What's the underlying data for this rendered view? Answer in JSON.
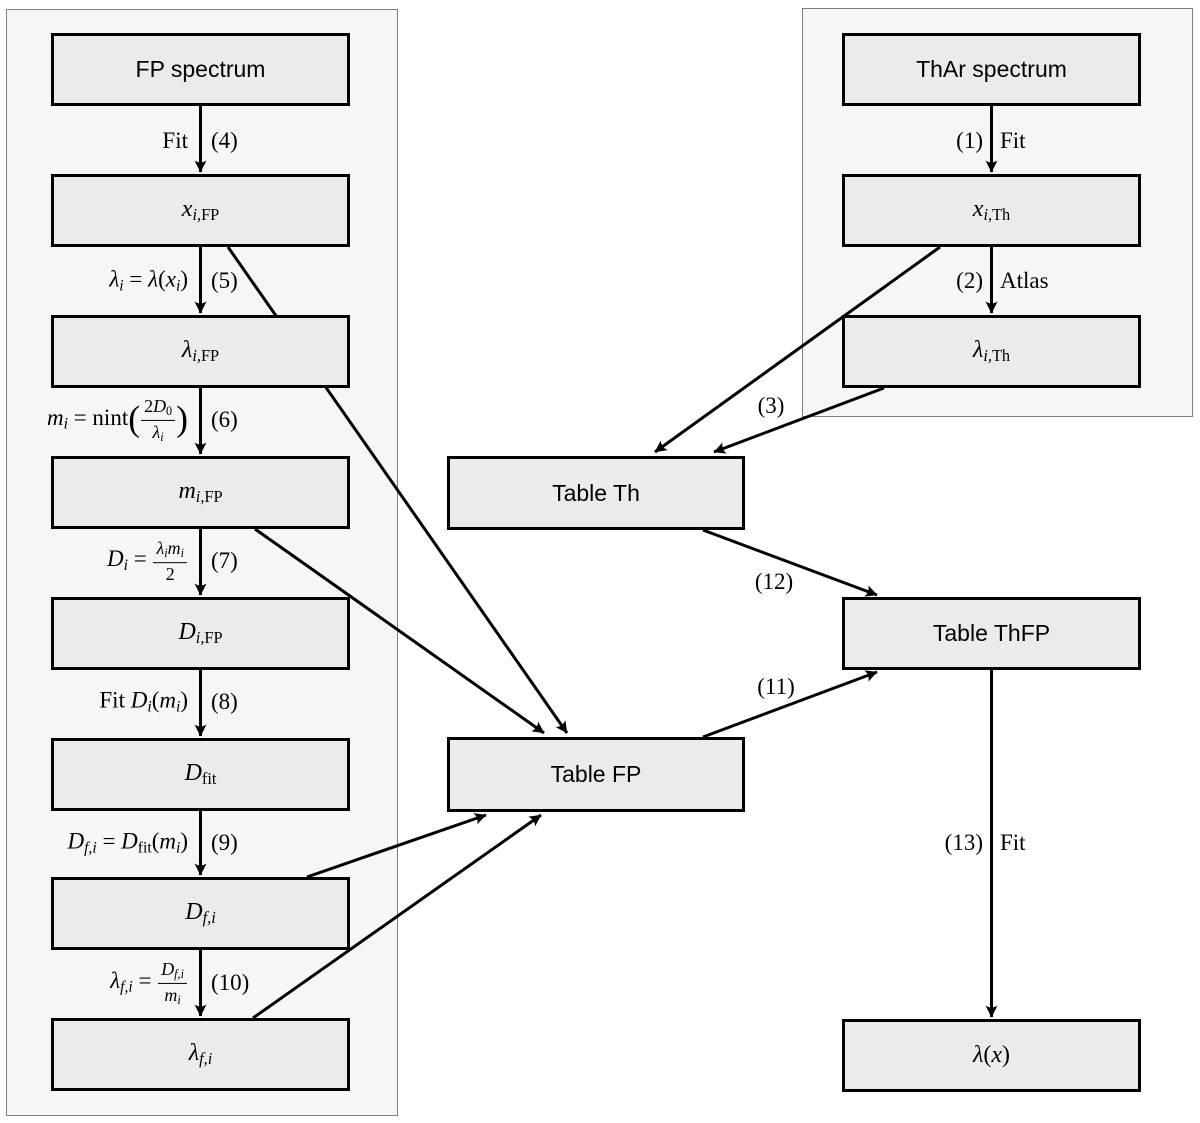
{
  "colors": {
    "background": "#ffffff",
    "panel_fill": "#f6f6f6",
    "panel_border": "#7e7e7e",
    "box_fill": "#ebebeb",
    "box_border": "#000000",
    "arrow": "#000000"
  },
  "boxes": {
    "fp_spectrum": {
      "text": "FP spectrum"
    },
    "x_i_fp": {
      "math": [
        {
          "t": "x",
          "i": true
        },
        {
          "t": "i,",
          "i": true,
          "sub": true
        },
        {
          "t": "FP",
          "sub": true
        }
      ]
    },
    "lambda_i_fp": {
      "math": [
        {
          "t": "λ",
          "i": true
        },
        {
          "t": "i,",
          "i": true,
          "sub": true
        },
        {
          "t": "FP",
          "sub": true
        }
      ]
    },
    "m_i_fp": {
      "math": [
        {
          "t": "m",
          "i": true
        },
        {
          "t": "i,",
          "i": true,
          "sub": true
        },
        {
          "t": "FP",
          "sub": true
        }
      ]
    },
    "d_i_fp": {
      "math": [
        {
          "t": "D",
          "i": true
        },
        {
          "t": "i,",
          "i": true,
          "sub": true
        },
        {
          "t": "FP",
          "sub": true
        }
      ]
    },
    "d_fit": {
      "math": [
        {
          "t": "D",
          "i": true
        },
        {
          "t": "fit",
          "sub": true
        }
      ]
    },
    "d_f_i": {
      "math": [
        {
          "t": "D",
          "i": true
        },
        {
          "t": "f,i",
          "i": true,
          "sub": true
        }
      ]
    },
    "lambda_f_i": {
      "math": [
        {
          "t": "λ",
          "i": true
        },
        {
          "t": "f,i",
          "i": true,
          "sub": true
        }
      ]
    },
    "thar_spectrum": {
      "text": "ThAr spectrum"
    },
    "x_i_th": {
      "math": [
        {
          "t": "x",
          "i": true
        },
        {
          "t": "i,",
          "i": true,
          "sub": true
        },
        {
          "t": "Th",
          "sub": true
        }
      ]
    },
    "lambda_i_th": {
      "math": [
        {
          "t": "λ",
          "i": true
        },
        {
          "t": "i,",
          "i": true,
          "sub": true
        },
        {
          "t": "Th",
          "sub": true
        }
      ]
    },
    "table_th": {
      "text": "Table Th"
    },
    "table_fp": {
      "text": "Table FP"
    },
    "table_thfp": {
      "text": "Table ThFP"
    },
    "lambda_x": {
      "math": [
        {
          "t": "λ",
          "i": true
        },
        {
          "t": "("
        },
        {
          "t": "x",
          "i": true
        },
        {
          "t": ")"
        }
      ]
    }
  },
  "edges": {
    "e1": {
      "num": "(1)",
      "word": [
        {
          "t": "Fit"
        }
      ]
    },
    "e2": {
      "num": "(2)",
      "word": [
        {
          "t": "Atlas"
        }
      ]
    },
    "e3": {
      "num": "(3)"
    },
    "e4": {
      "num": "(4)",
      "word": [
        {
          "t": "Fit"
        }
      ]
    },
    "e5": {
      "num": "(5)",
      "word": [
        {
          "t": "λ",
          "i": true
        },
        {
          "t": "i",
          "i": true,
          "sub": true
        },
        {
          "t": " = "
        },
        {
          "t": "λ",
          "i": true
        },
        {
          "t": "("
        },
        {
          "t": "x",
          "i": true
        },
        {
          "t": "i",
          "i": true,
          "sub": true
        },
        {
          "t": ")"
        }
      ]
    },
    "e6": {
      "num": "(6)",
      "word": [
        {
          "t": "m",
          "i": true
        },
        {
          "t": "i",
          "i": true,
          "sub": true
        },
        {
          "t": " = nint"
        },
        {
          "t": "(",
          "big": true
        },
        {
          "frac": {
            "num": [
              {
                "t": "2"
              },
              {
                "t": "D",
                "i": true
              },
              {
                "t": "0",
                "sub": true
              }
            ],
            "den": [
              {
                "t": "λ",
                "i": true
              },
              {
                "t": "i",
                "i": true,
                "sub": true
              }
            ]
          }
        },
        {
          "t": ")",
          "big": true
        }
      ]
    },
    "e7": {
      "num": "(7)",
      "word": [
        {
          "t": "D",
          "i": true
        },
        {
          "t": "i",
          "i": true,
          "sub": true
        },
        {
          "t": " = "
        },
        {
          "frac": {
            "num": [
              {
                "t": "λ",
                "i": true
              },
              {
                "t": "i",
                "i": true,
                "sub": true
              },
              {
                "t": "m",
                "i": true
              },
              {
                "t": "i",
                "i": true,
                "sub": true
              }
            ],
            "den": [
              {
                "t": "2"
              }
            ]
          }
        }
      ]
    },
    "e8": {
      "num": "(8)",
      "word": [
        {
          "t": "Fit "
        },
        {
          "t": "D",
          "i": true
        },
        {
          "t": "i",
          "i": true,
          "sub": true
        },
        {
          "t": "("
        },
        {
          "t": "m",
          "i": true
        },
        {
          "t": "i",
          "i": true,
          "sub": true
        },
        {
          "t": ")"
        }
      ]
    },
    "e9": {
      "num": "(9)",
      "word": [
        {
          "t": "D",
          "i": true
        },
        {
          "t": "f,i",
          "i": true,
          "sub": true
        },
        {
          "t": " = "
        },
        {
          "t": "D",
          "i": true
        },
        {
          "t": "fit",
          "sub": true
        },
        {
          "t": "("
        },
        {
          "t": "m",
          "i": true
        },
        {
          "t": "i",
          "i": true,
          "sub": true
        },
        {
          "t": ")"
        }
      ]
    },
    "e10": {
      "num": "(10)",
      "word": [
        {
          "t": "λ",
          "i": true
        },
        {
          "t": "f,i",
          "i": true,
          "sub": true
        },
        {
          "t": " = "
        },
        {
          "frac": {
            "num": [
              {
                "t": "D",
                "i": true
              },
              {
                "t": "f,i",
                "i": true,
                "sub": true
              }
            ],
            "den": [
              {
                "t": "m",
                "i": true
              },
              {
                "t": "i",
                "i": true,
                "sub": true
              }
            ]
          }
        }
      ]
    },
    "e11": {
      "num": "(11)"
    },
    "e12": {
      "num": "(12)"
    },
    "e13": {
      "num": "(13)",
      "word": [
        {
          "t": "Fit"
        }
      ]
    }
  }
}
